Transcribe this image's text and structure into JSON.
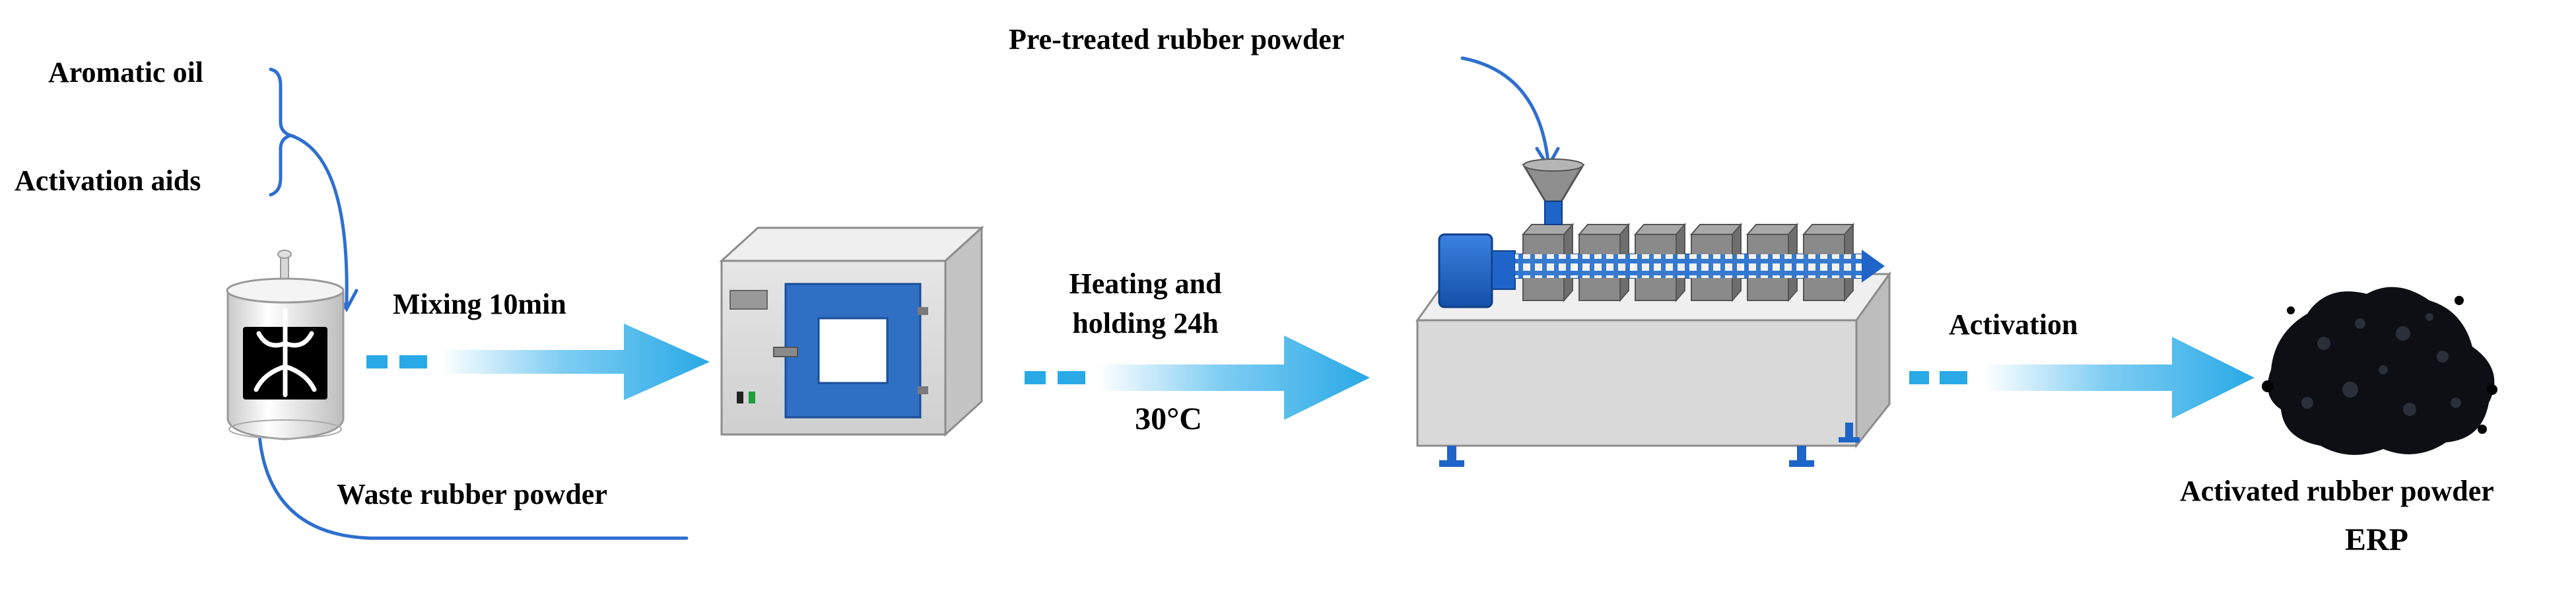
{
  "inputs": {
    "aromatic_oil": "Aromatic oil",
    "activation_aids": "Activation aids",
    "waste_rubber_powder": "Waste rubber powder"
  },
  "steps": {
    "mixing": "Mixing 10min",
    "heating_line1": "Heating and",
    "heating_line2": "holding 24h",
    "temperature": "30°C",
    "pretreated": "Pre-treated rubber powder",
    "activation": "Activation"
  },
  "output": {
    "product": "Activated rubber powder",
    "abbreviation": "ERP"
  },
  "colors": {
    "arrow": "#29a9e6",
    "callout_line": "#2e6fd0",
    "oven_door": "#2f6fc4",
    "extruder_motor": "#1f64c8",
    "machine_body": "#d9d9d9"
  }
}
